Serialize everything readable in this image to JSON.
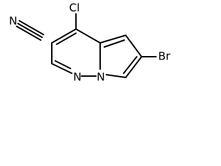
{
  "molecule": {
    "atoms": {
      "nitrile_n": "N",
      "chlorine": "Cl",
      "bromine": "Br",
      "ring_n_pyridazine": "N",
      "ring_n_bridge": "N"
    },
    "colors": {
      "bond": "#000000",
      "label": "#000000",
      "background": "#ffffff"
    }
  }
}
